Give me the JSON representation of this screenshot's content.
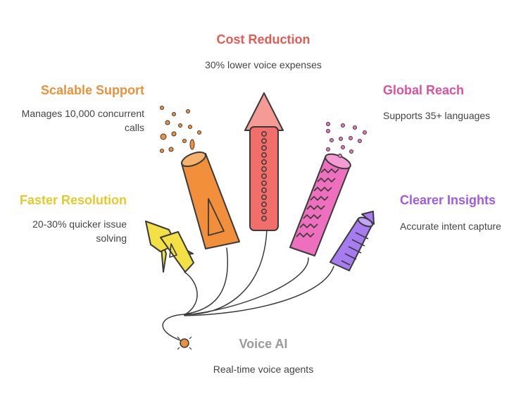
{
  "source": {
    "title": "Voice AI",
    "description": "Real-time voice agents",
    "color": "#9a9a9a"
  },
  "benefits": [
    {
      "id": "cost-reduction",
      "title": "Cost Reduction",
      "description": "30% lower voice expenses",
      "color": "#e25b55"
    },
    {
      "id": "scalable-support",
      "title": "Scalable Support",
      "description_lines": [
        "Manages 10,000 concurrent",
        "calls"
      ],
      "color": "#e8923c"
    },
    {
      "id": "global-reach",
      "title": "Global Reach",
      "description": "Supports 35+ languages",
      "color": "#d9539f"
    },
    {
      "id": "faster-resolution",
      "title": "Faster Resolution",
      "description_lines": [
        "20-30% quicker issue",
        "solving"
      ],
      "color": "#e6c92b"
    },
    {
      "id": "clearer-insights",
      "title": "Clearer Insights",
      "description": "Accurate intent capture",
      "color": "#a05ce0"
    }
  ]
}
